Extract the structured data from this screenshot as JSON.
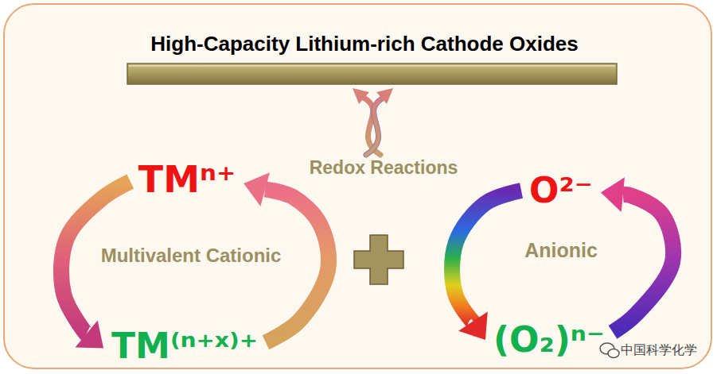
{
  "diagram": {
    "title": "High-Capacity Lithium-rich Cathode Oxides",
    "nodes": [
      {
        "text": [
          "TMⁿ⁺"
        ]
      },
      {
        "text": [
          "TM⁽ⁿ⁺ˣ⁾⁺"
        ]
      },
      {
        "text": [
          "O²⁻"
        ]
      },
      {
        "text": [
          "(O₂)ⁿ⁻"
        ]
      }
    ],
    "edges": [
      {
        "from": 0,
        "to": 1,
        "arrow": "to"
      },
      {
        "from": 1,
        "to": 0,
        "arrow": "to"
      },
      {
        "from": 2,
        "to": 3,
        "arrow": "to"
      },
      {
        "from": 3,
        "to": 2,
        "arrow": "to"
      }
    ],
    "labels": [
      "Redox Reactions",
      "Multivalent Cationic",
      "Anionic",
      "中国科学化学"
    ]
  }
}
